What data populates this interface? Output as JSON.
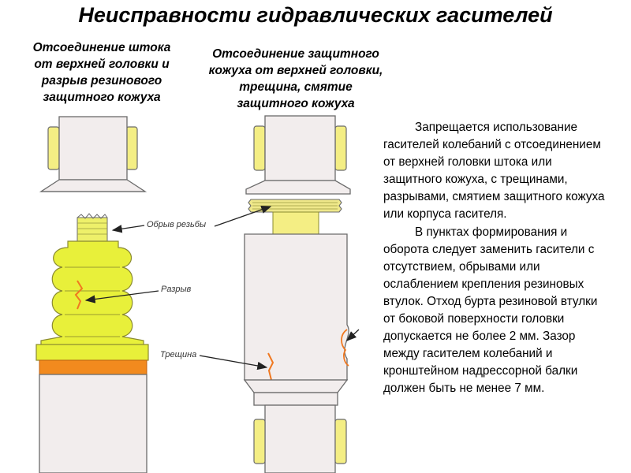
{
  "title": "Неисправности гидравлических гасителей",
  "caption_left": {
    "lines": [
      "Отсоединение штока",
      "от верхней головки и",
      "разрыв резинового",
      "защитного кожуха"
    ]
  },
  "caption_middle": {
    "lines": [
      "Отсоединение защитного",
      "кожуха от верхней головки,",
      "трещина, смятие",
      "защитного кожуха"
    ]
  },
  "labels": {
    "thread_break": "Обрыв резьбы",
    "rupture": "Разрыв",
    "crack": "Трещина"
  },
  "body": {
    "paragraph1": "Запрещается использование гасителей колебаний с отсоединением от верхней головки штока или защитного кожуха, с трещинами, разрывами, смятием защитного кожуха или корпуса гасителя.",
    "paragraph2": "В пунктах формирования и оборота следует заменить гасители с отсутствием, обрывами или ослаблением крепления резиновых втулок. Отход бурта резиновой втулки от боковой поверхности головки допускается не более 2 мм. Зазор между гасителем колебаний и кронштейном надрессорной балки должен быть не менее 7 мм."
  },
  "colors": {
    "body_fill": "#f2eded",
    "outline": "#6b6b6b",
    "rubber_yellow": "#e8f03a",
    "bushing_yellow": "#f4ee84",
    "orange_band": "#f28a1e",
    "crack": "#f07820"
  }
}
